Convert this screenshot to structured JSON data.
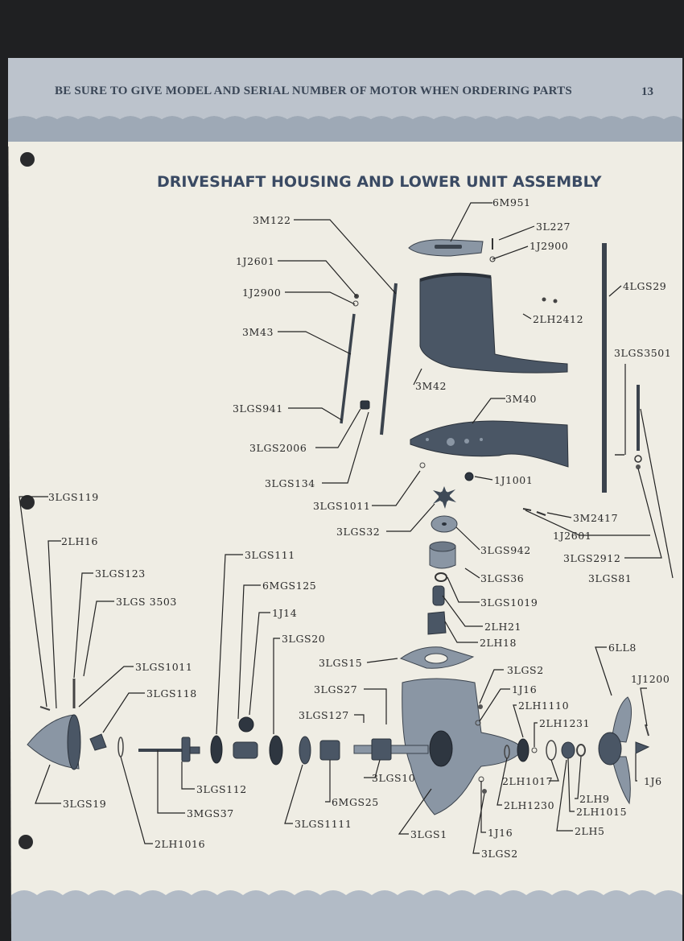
{
  "header": {
    "text": "BE SURE TO GIVE MODEL AND SERIAL NUMBER OF MOTOR WHEN ORDERING PARTS",
    "page_number": "13"
  },
  "title": "DRIVESHAFT HOUSING AND LOWER UNIT ASSEMBLY",
  "labels": {
    "p6M951": "6M951",
    "p3M122": "3M122",
    "p3L227": "3L227",
    "p1J2900a": "1J2900",
    "p1J2601a": "1J2601",
    "p4LGS29": "4LGS29",
    "p1J2900b": "1J2900",
    "p2LH2412": "2LH2412",
    "p3M43": "3M43",
    "p3LGS3501": "3LGS3501",
    "p3M42": "3M42",
    "p3M40": "3M40",
    "p3LGS941": "3LGS941",
    "p3LGS2006": "3LGS2006",
    "p3LGS134": "3LGS134",
    "p1J1001": "1J1001",
    "p3LGS119": "3LGS119",
    "p3LGS1011a": "3LGS1011",
    "p3M2417": "3M2417",
    "p3LGS32": "3LGS32",
    "p1J2601b": "1J2601",
    "p2LH16": "2LH16",
    "p3LGS942": "3LGS942",
    "p3LGS111": "3LGS111",
    "p3LGS2912": "3LGS2912",
    "p3LGS123": "3LGS123",
    "p3LGS36": "3LGS36",
    "p3LGS81": "3LGS81",
    "p6MGS125": "6MGS125",
    "p3LGS3503": "3LGS 3503",
    "p3LGS1019": "3LGS1019",
    "p1J14": "1J14",
    "p2LH21": "2LH21",
    "p3LGS20": "3LGS20",
    "p2LH18": "2LH18",
    "p6LL8": "6LL8",
    "p3LGS15": "3LGS15",
    "p3LGS1011b": "3LGS1011",
    "p3LGS2a": "3LGS2",
    "p1J1200": "1J1200",
    "p3LGS118": "3LGS118",
    "p3LGS27": "3LGS27",
    "p1J16a": "1J16",
    "p2LH1110": "2LH1110",
    "p3LGS127": "3LGS127",
    "p2LH1231": "2LH1231",
    "p3LGS10": "3LGS10",
    "p2LH1017": "2LH1017",
    "p1J6": "1J6",
    "p3LGS112": "3LGS112",
    "p2LH9": "2LH9",
    "p3LGS19": "3LGS19",
    "p6MGS25": "6MGS25",
    "p2LH1230": "2LH1230",
    "p2LH1015": "2LH1015",
    "p3MGS37": "3MGS37",
    "p3LGS1111": "3LGS1111",
    "p3LGS1": "3LGS1",
    "p1J16b": "1J16",
    "p2LH5": "2LH5",
    "p2LH1016": "2LH1016",
    "p3LGS2b": "3LGS2"
  }
}
